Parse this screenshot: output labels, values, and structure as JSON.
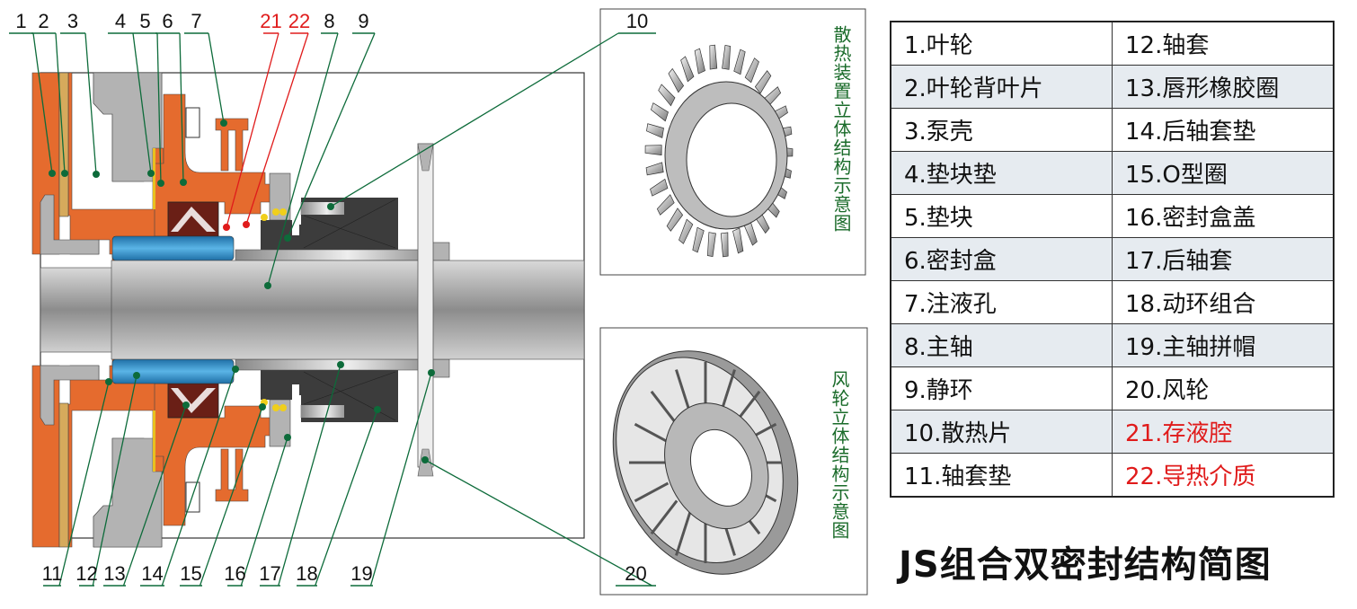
{
  "title": "JS组合双密封结构简图",
  "inset_fins_caption": "散热装置立体结构示意图",
  "inset_fan_caption": "风轮立体结构示意图",
  "callouts": [
    "1",
    "2",
    "3",
    "4",
    "5",
    "6",
    "7",
    "21",
    "22",
    "8",
    "9",
    "10",
    "11",
    "12",
    "13",
    "14",
    "15",
    "16",
    "17",
    "18",
    "19",
    "20"
  ],
  "legend": [
    [
      "1.叶轮",
      "12.轴套"
    ],
    [
      "2.叶轮背叶片",
      "13.唇形橡胶圈"
    ],
    [
      "3.泵壳",
      "14.后轴套垫"
    ],
    [
      "4.垫块垫",
      "15.O型圈"
    ],
    [
      "5.垫块",
      "16.密封盒盖"
    ],
    [
      "6.密封盒",
      "17.后轴套"
    ],
    [
      "7.注液孔",
      "18.动环组合"
    ],
    [
      "8.主轴",
      "19.主轴拼帽"
    ],
    [
      "9.静环",
      "20.风轮"
    ],
    [
      "10.散热片",
      "21.存液腔"
    ],
    [
      "11.轴套垫",
      "22.导热介质"
    ]
  ],
  "colors": {
    "orange": "#e56b2e",
    "tan": "#d6aa5c",
    "gray": "#b3b3b3",
    "blue": "#2f8fc8",
    "brown": "#6a1f16",
    "dark": "#3c3c3c",
    "leader": "#0d6b3a",
    "red": "#e01b1b"
  }
}
